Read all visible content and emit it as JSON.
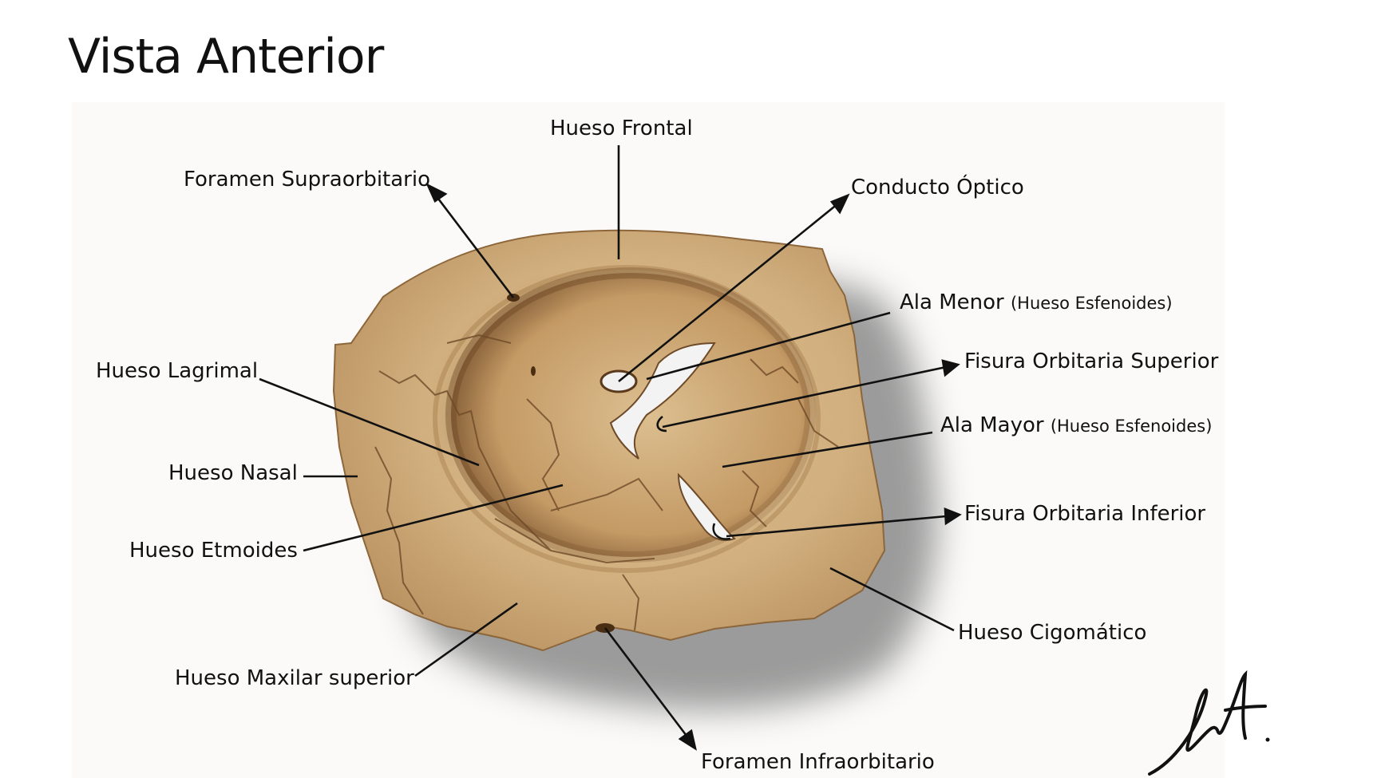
{
  "title": "Vista Anterior",
  "labels": {
    "hueso_frontal": "Hueso Frontal",
    "foramen_supraorbitario": "Foramen Supraorbitario",
    "conducto_optico": "Conducto Óptico",
    "ala_menor": "Ala Menor",
    "ala_menor_note": "(Hueso Esfenoides)",
    "fisura_orbitaria_superior": "Fisura Orbitaria Superior",
    "ala_mayor": "Ala Mayor",
    "ala_mayor_note": "(Hueso Esfenoides)",
    "hueso_lagrimal": "Hueso Lagrimal",
    "hueso_nasal": "Hueso Nasal",
    "hueso_etmoides": "Hueso Etmoides",
    "fisura_orbitaria_inferior": "Fisura Orbitaria Inferior",
    "hueso_cigomatico": "Hueso Cigomático",
    "hueso_maxilar_superior": "Hueso Maxilar superior",
    "foramen_infraorbitario": "Foramen Infraorbitario"
  },
  "colors": {
    "bone": "#d9b888",
    "bone_dark": "#8a6236",
    "bone_light": "#e8cfa4",
    "shadow": "#8f8f8f",
    "line": "#111111"
  }
}
